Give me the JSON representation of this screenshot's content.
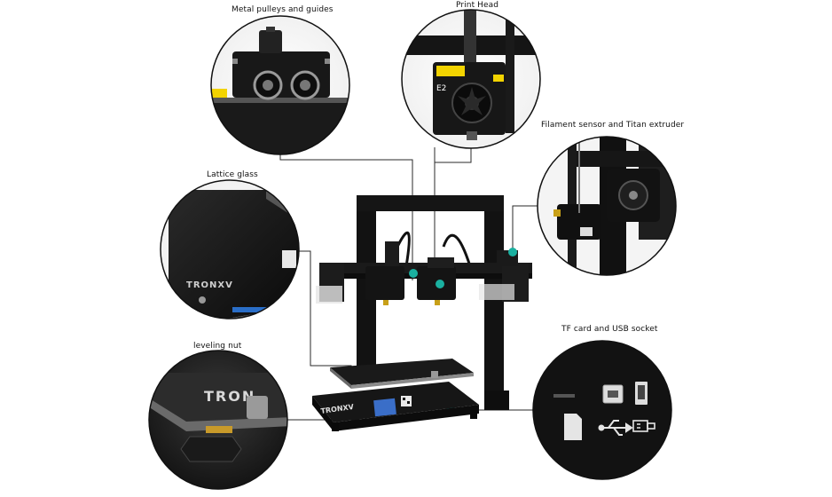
{
  "callouts": {
    "pulleys": "Metal pulleys and guides",
    "print_head": "Print Head",
    "filament": "Filament sensor and Titan extruder",
    "glass": "Lattice glass",
    "leveling": "leveling nut",
    "tf_usb": "TF card and USB socket"
  },
  "brand": {
    "logo_text": "TRONXV",
    "bed_text": "TRON",
    "head_code": "E2"
  },
  "colors": {
    "frame": "#111111",
    "accent_teal": "#1ab0a0",
    "warning_yellow": "#f2d300",
    "line": "#2a2a2a"
  },
  "icons": [
    "sd-card-icon",
    "usb-trident-icon",
    "usb-plug-icon"
  ]
}
